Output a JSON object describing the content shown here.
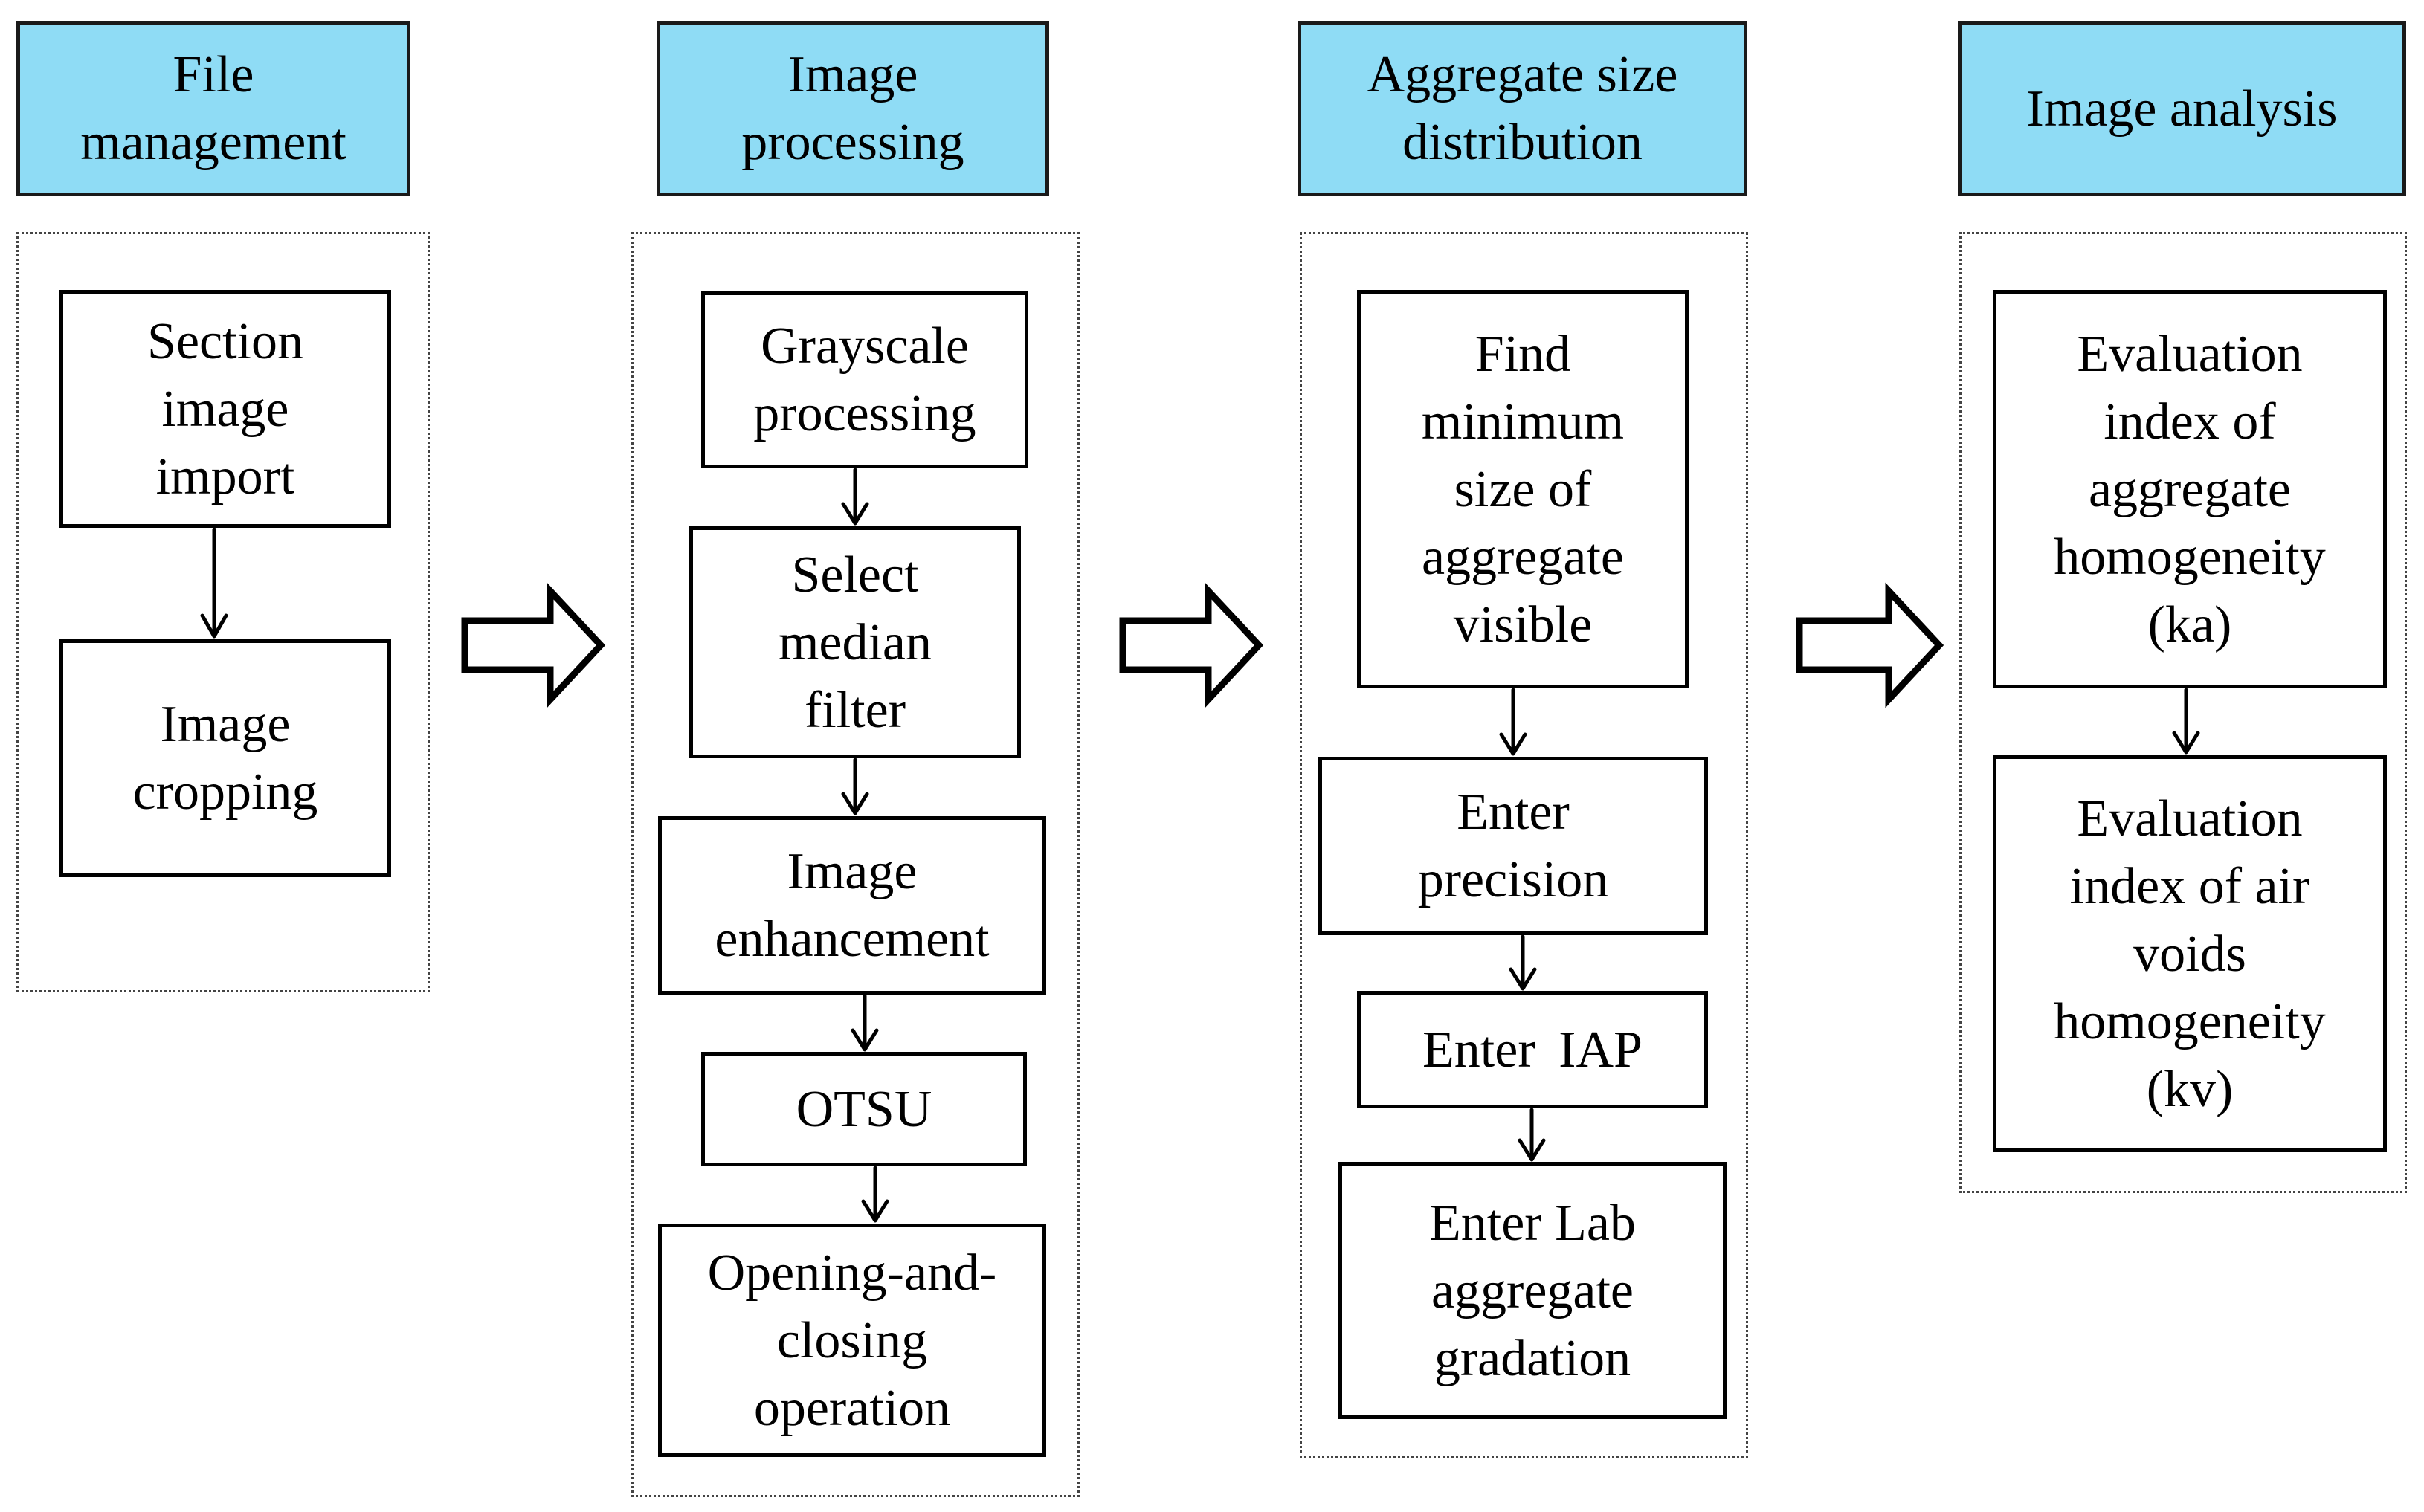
{
  "columns": [
    {
      "header": "File management",
      "steps": [
        "Section image import",
        "Image cropping"
      ]
    },
    {
      "header": "Image processing",
      "steps": [
        "Grayscale processing",
        "Select median filter",
        "Image enhancement",
        "OTSU",
        "Opening-and-closing operation"
      ]
    },
    {
      "header": "Aggregate size distribution",
      "steps": [
        "Find minimum size of aggregate visible",
        "Enter precision",
        "Enter IAP",
        "Enter Lab aggregate gradation"
      ]
    },
    {
      "header": "Image analysis",
      "steps": [
        "Evaluation index of aggregate homogeneity (ka)",
        "Evaluation index of air voids homogeneity (kv)"
      ]
    }
  ],
  "colors": {
    "header_fill": "#8fdcf5",
    "border": "#000000"
  }
}
